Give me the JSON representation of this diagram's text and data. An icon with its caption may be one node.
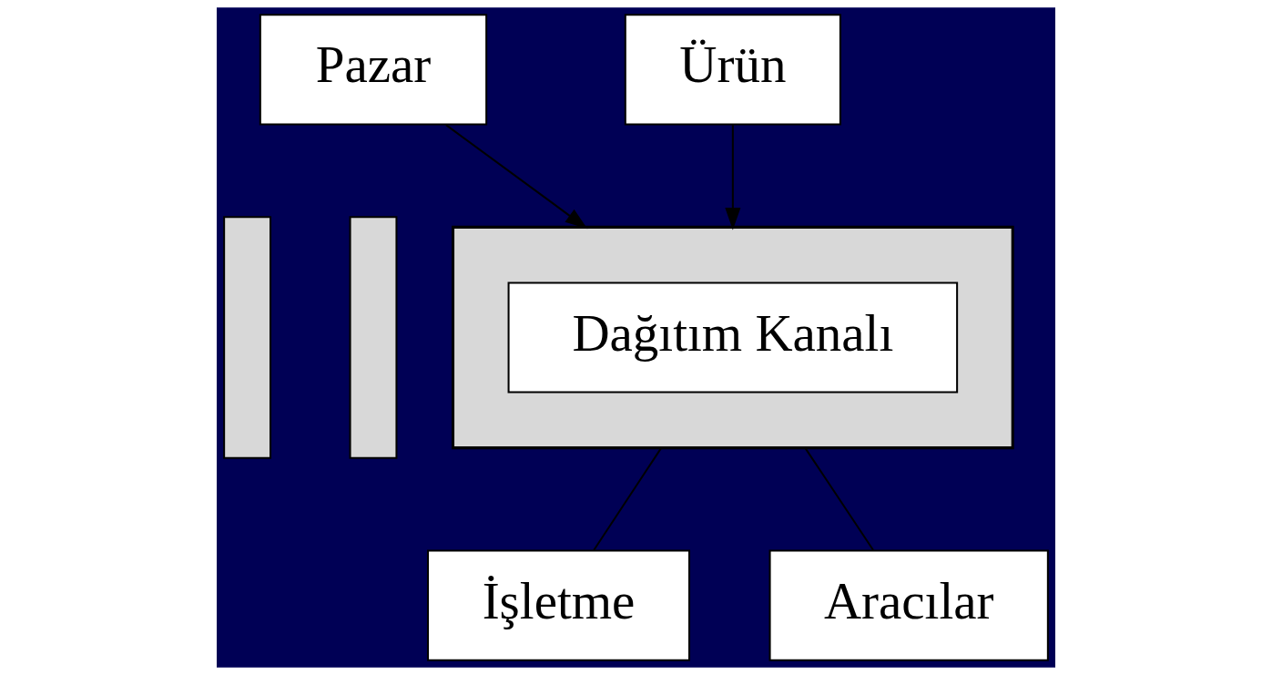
{
  "diagram": {
    "nodes": [
      {
        "text": [
          "Pazar"
        ]
      },
      {
        "text": [
          "Ürün"
        ]
      },
      {
        "text": [],
        "shape": "bar"
      },
      {
        "text": [],
        "shape": "bar"
      },
      {
        "text": [],
        "shape": "arrow"
      },
      {
        "text": [
          "Dağıtım Kanalı"
        ],
        "in": 4
      },
      {
        "text": [
          "İşletme"
        ]
      },
      {
        "text": [
          "Aracılar"
        ]
      }
    ],
    "edges": [
      {
        "from": 0,
        "to": 4,
        "arrow": "to"
      },
      {
        "from": 1,
        "to": 4,
        "arrow": "to"
      },
      {
        "from": 4,
        "to": 6,
        "arrow": "none"
      },
      {
        "from": 4,
        "to": 7,
        "arrow": "none"
      }
    ]
  }
}
